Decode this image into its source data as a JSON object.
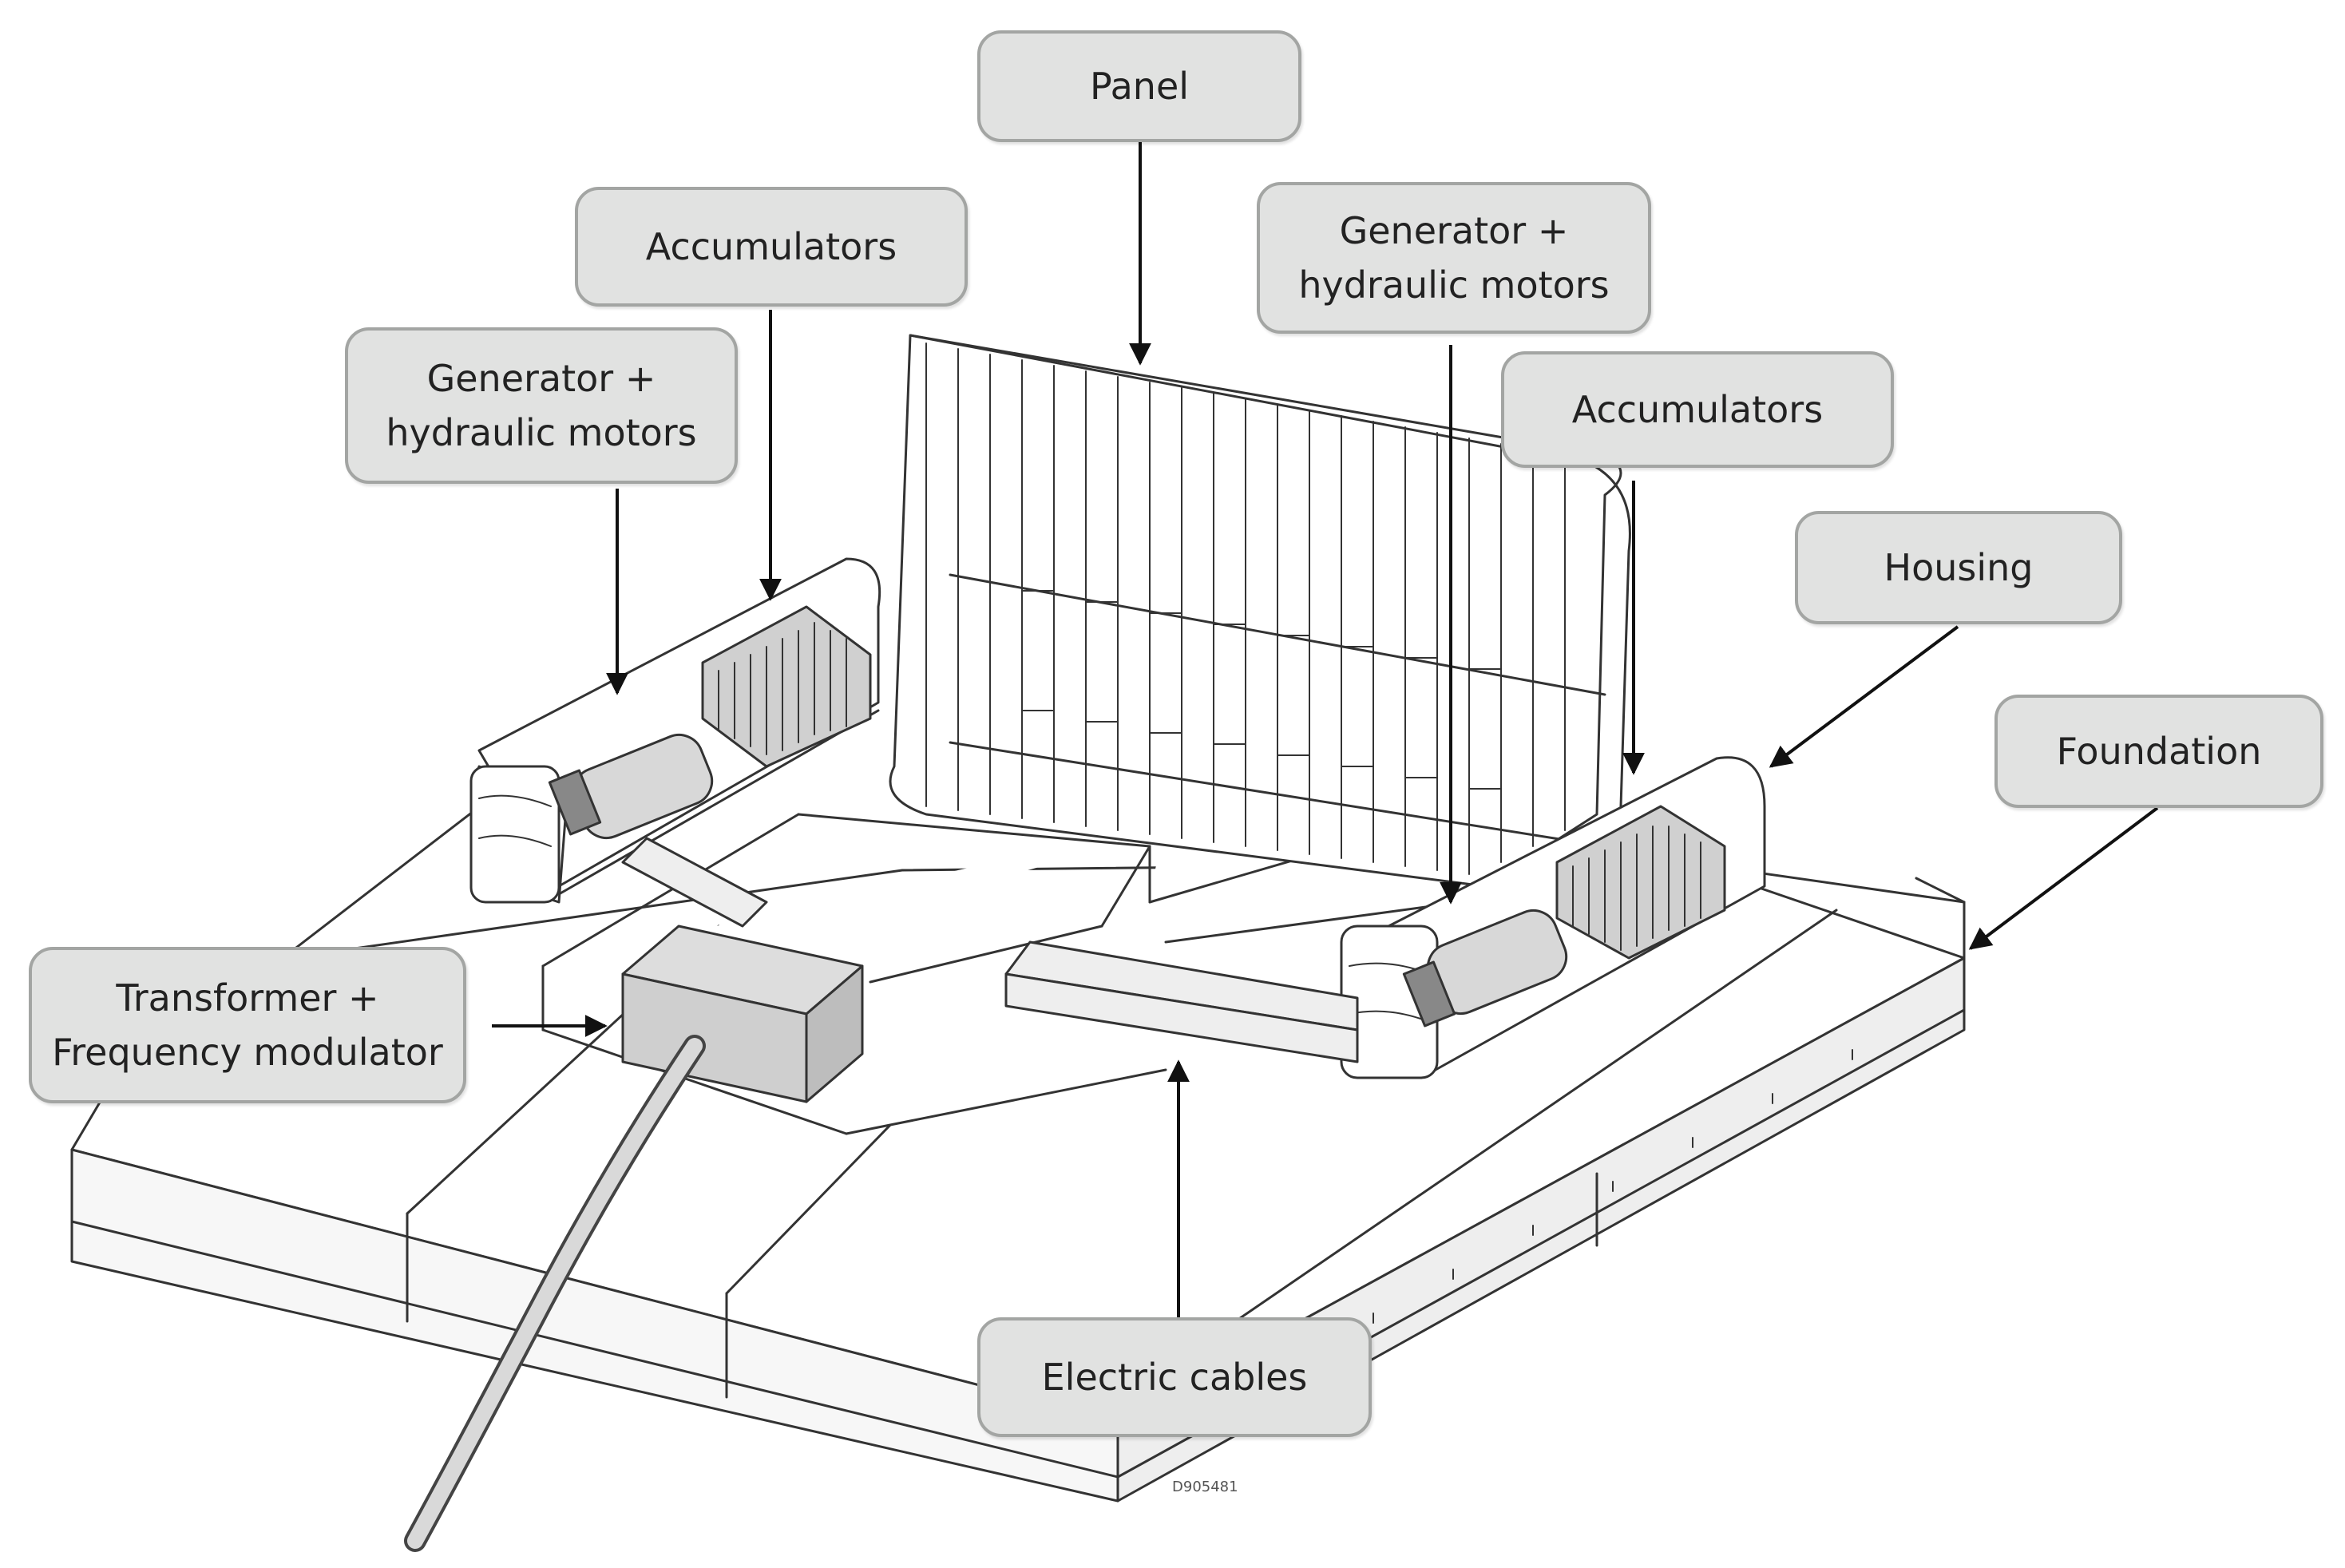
{
  "labels": {
    "panel": "Panel",
    "accumulators_left": "Accumulators",
    "generator_left_line1": "Generator +",
    "generator_left_line2": "hydraulic motors",
    "generator_right_line1": "Generator +",
    "generator_right_line2": "hydraulic motors",
    "accumulators_right": "Accumulators",
    "housing": "Housing",
    "foundation": "Foundation",
    "transformer_line1": "Transformer +",
    "transformer_line2": "Frequency modulator",
    "electric_cables": "Electric cables"
  },
  "drawing_code": "D905481",
  "colors": {
    "callout_fill": "#e1e2e1",
    "callout_border": "#a3a5a3",
    "line": "#333333",
    "arrow": "#111111"
  }
}
